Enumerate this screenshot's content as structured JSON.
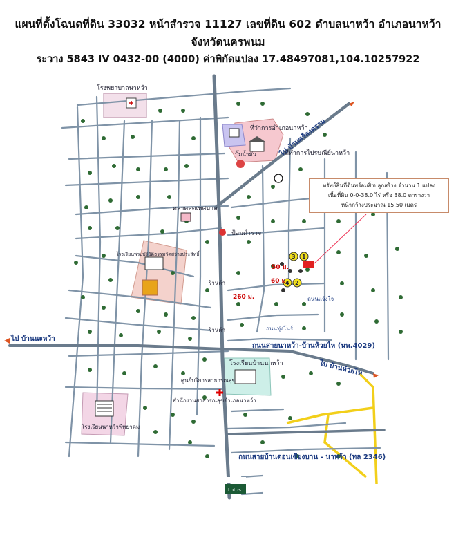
{
  "header": {
    "line1": "แผนที่ตั้งโฉนดที่ดิน 33032 หน้าสำรวจ 11127 เลขที่ดิน 602 ตำบลนาหว้า อำเภอนาหว้า จังหวัดนครพนม",
    "line2": "ระวาง 5843 IV 0432-00 (4000) ค่าพิกัดแปลง 17.48497081,104.10257922"
  },
  "callout": {
    "line1": "ทรัพย์สินที่ดินพร้อมสิ่งปลูกสร้าง จำนวน 1 แปลง",
    "line2": "เนื้อที่ดิน 0-0-38.0 ไร่ หรือ 38.0 ตารางวา",
    "line3": "หน้ากว้างประมาณ 15.50 เมตร"
  },
  "labels": {
    "hospital": "โรงพยาบาลนาหว้า",
    "district_office": "ที่ว่าการอำเภอนาหว้า",
    "post_office": "ที่ทำการไปรษณีย์นาหว้า",
    "market": "ตลาดสดเทศบาล",
    "police": "ป้อมตำรวจ",
    "temple_school": "โรงเรียนพระปริยัติธรรมวัดสว่างประสิทธิ์",
    "school_nawa": "โรงเรียนบ้านนาหว้า",
    "school_nawa_witthayakhom": "โรงเรียนนาหว้าพิทยาคม",
    "health_center": "ศูนย์บริการสาธารณสุข",
    "public_health_office": "สำนักงานสาธารณสุขอำเภอนาหว้า",
    "shop_top": "ร้านค้า",
    "shop_mid": "ร้านค้า",
    "gas_station": "ปั๊มน้ำมัน",
    "tesco": "Lotus",
    "road_to_sisongkhram": "ไป บ้านศรีสงคราม",
    "road_to_bannaphawa": "ไป บ้านนะหว้า",
    "road_to_huaihai": "ไป บ้านห้วยไห",
    "road_nawa_huaihai": "ถนนสายนาหว้า-บ้านห้วยไห (นพ.4029)",
    "road_donsiang": "ถนนสายบ้านดอนเซียงบาน - นาหว้า (ทล 2346)",
    "road_chaeng": "ถนนแจ้งใจ",
    "road_thung": "ถนนทุ่งโนร์",
    "dist_50": "50 ม.",
    "dist_60": "60 ม.",
    "dist_260": "260 ม.",
    "pin1": "1",
    "pin2": "2",
    "pin3": "3",
    "pin4": "4"
  }
}
